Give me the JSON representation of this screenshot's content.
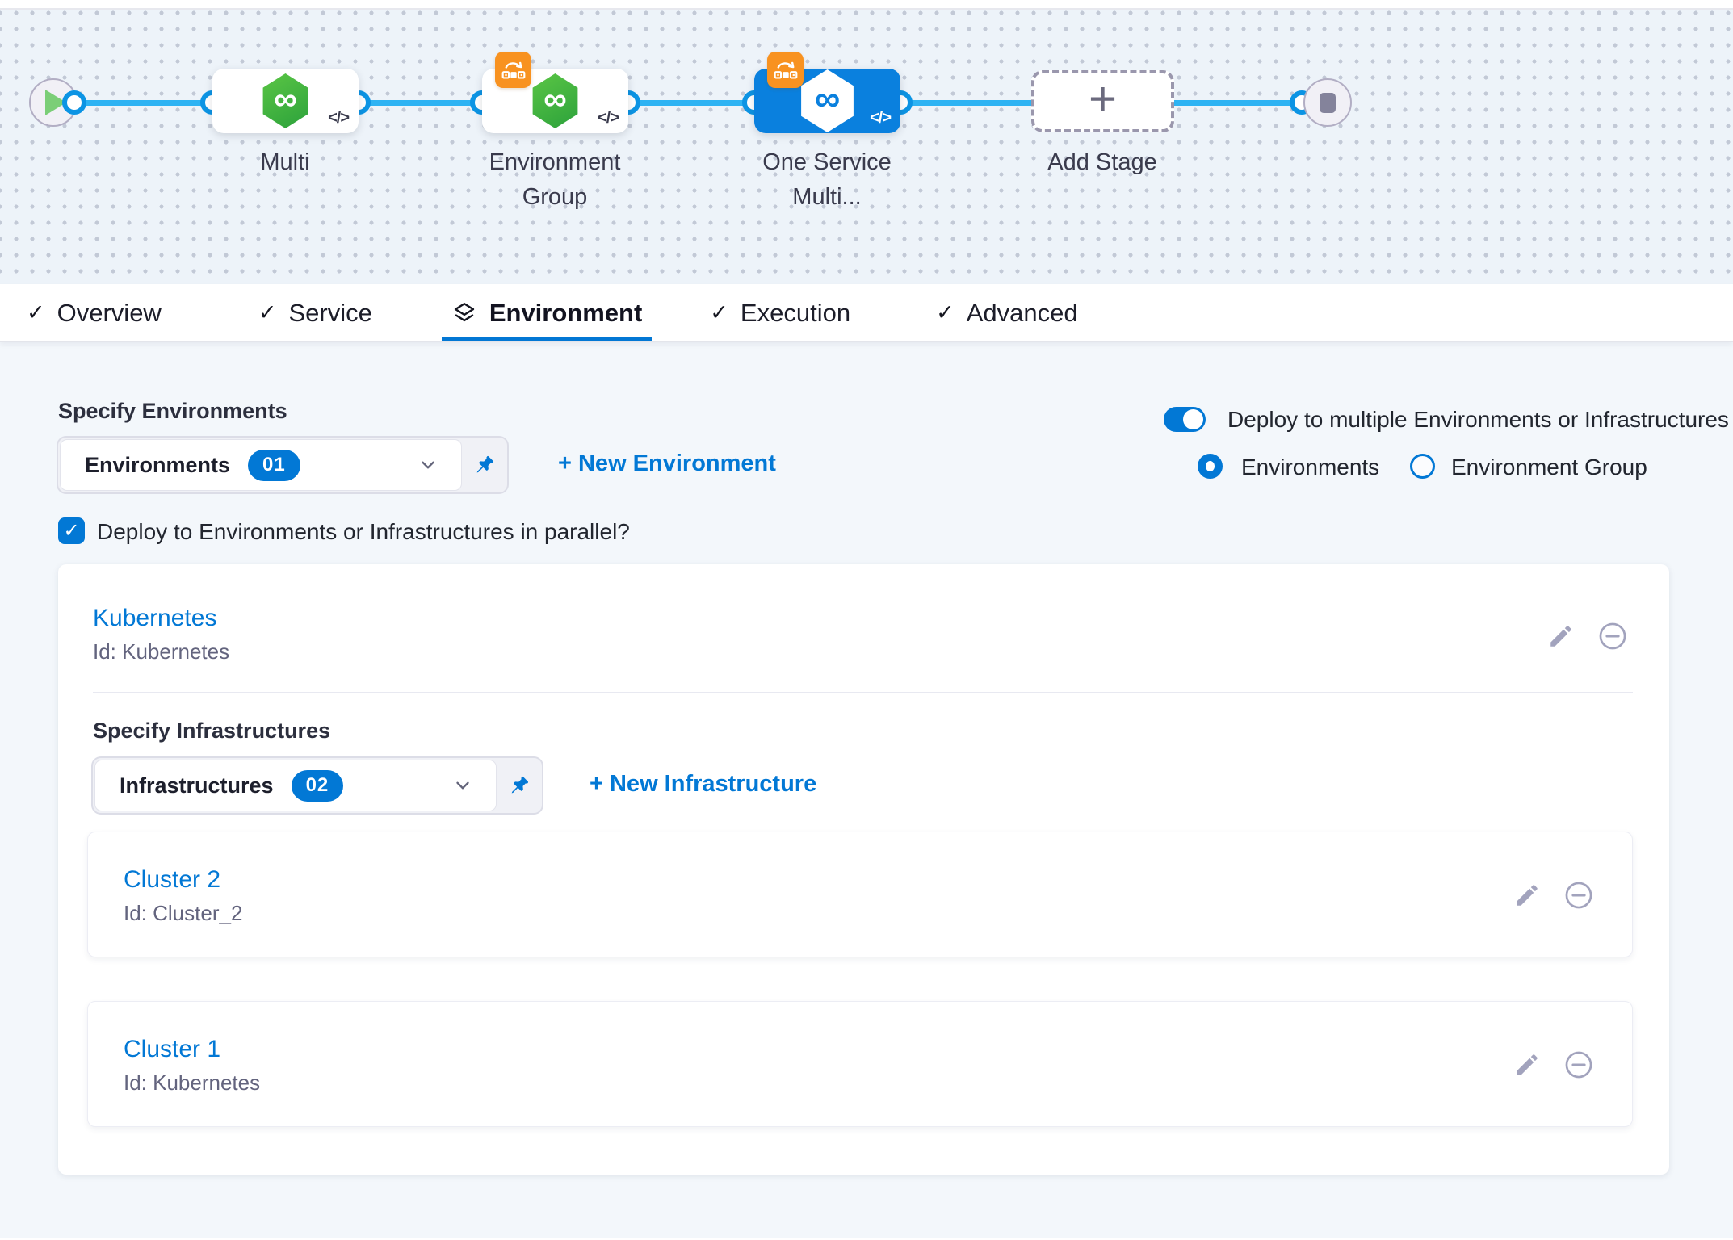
{
  "pipeline": {
    "stages": {
      "multi": "Multi",
      "env_group": "Environment Group",
      "one_service": "One Service Multi...",
      "add_stage": "Add Stage"
    },
    "code_badge": "</>"
  },
  "glyphs": {
    "check": "✓",
    "infinity": "∞",
    "plus": "+"
  },
  "tabs": {
    "items": [
      {
        "label": "Overview"
      },
      {
        "label": "Service"
      },
      {
        "label": "Environment"
      },
      {
        "label": "Execution"
      },
      {
        "label": "Advanced"
      }
    ],
    "active": "Environment"
  },
  "environment": {
    "header": "Specify Environments",
    "dropdown": {
      "label": "Environments",
      "count": "01"
    },
    "new_link": "+ New Environment",
    "toggle_label": "Deploy to multiple Environments or Infrastructures",
    "radio_environments": "Environments",
    "radio_environment_group": "Environment Group",
    "parallel_label": "Deploy to Environments or Infrastructures in parallel?"
  },
  "environment_card": {
    "title": "Kubernetes",
    "id": "Id: Kubernetes",
    "infrastructure": {
      "header": "Specify Infrastructures",
      "dropdown": {
        "label": "Infrastructures",
        "count": "02"
      },
      "new_link": "+ New Infrastructure",
      "clusters": [
        {
          "title": "Cluster 2",
          "id": "Id: Cluster_2"
        },
        {
          "title": "Cluster 1",
          "id": "Id: Kubernetes"
        }
      ]
    }
  },
  "colors": {
    "accent": "#0278d5",
    "connector": "#2eb3f3",
    "node_green": "#42b83e",
    "badge_orange": "#f89220",
    "selected_node": "#0a80de"
  }
}
